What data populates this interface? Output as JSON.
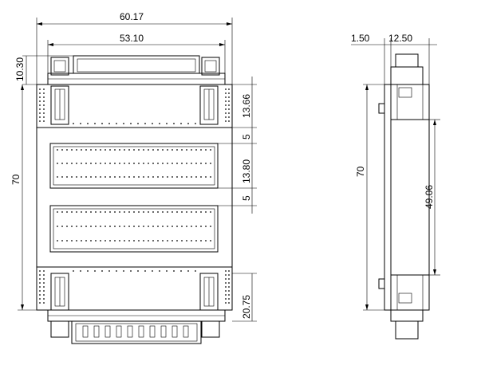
{
  "front_view": {
    "overall_width": "60.17",
    "inner_width": "53.10",
    "top_offset": "10.30",
    "height": "70",
    "top_section": "13.66",
    "gap_top": "5",
    "block_height": "13.80",
    "gap_bottom": "5",
    "bottom_section": "20.75"
  },
  "side_view": {
    "flange": "1.50",
    "depth": "12.50",
    "height": "70",
    "inner_height": "49.06"
  },
  "colors": {
    "line": "#000000",
    "background": "#ffffff"
  }
}
